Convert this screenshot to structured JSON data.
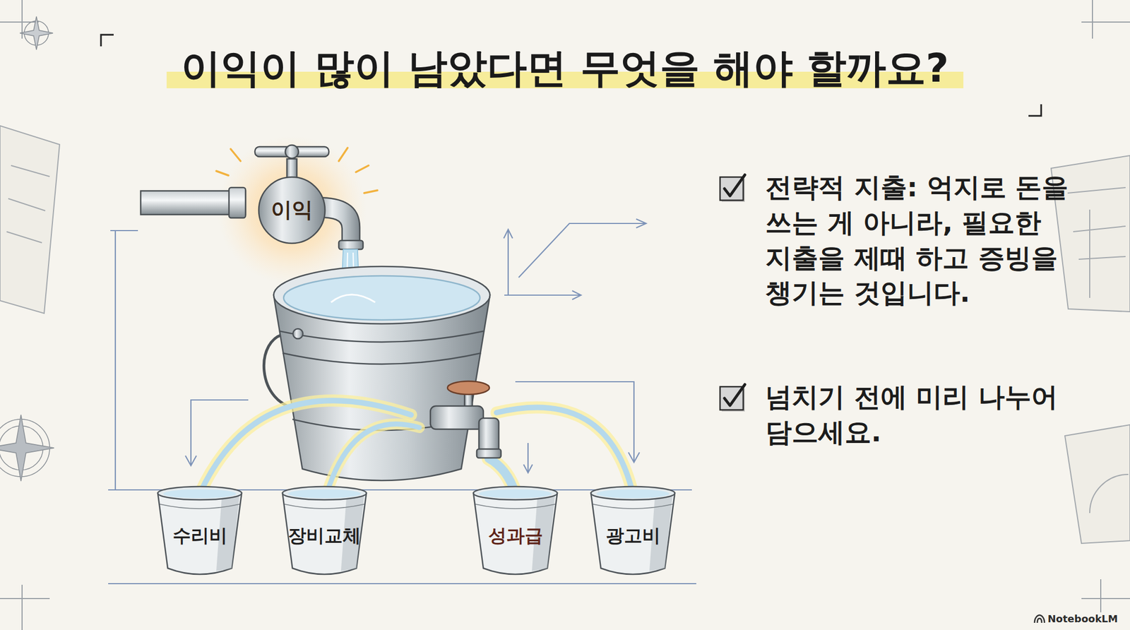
{
  "diagram": {
    "title": "이익이 많이 남았다면 무엇을 해야 할까요?",
    "nodes": [
      {
        "text": [
          "이익"
        ]
      },
      {
        "text": [
          "수리비"
        ]
      },
      {
        "text": [
          "장비교체"
        ]
      },
      {
        "text": [
          "성과급"
        ]
      },
      {
        "text": [
          "광고비"
        ]
      }
    ],
    "labels": [
      "전략적 지출: 억지로 돈을 쓰는 게 아니라, 필요한 지출을 제때 하고 증빙을 챙기는 것입니다.",
      "넘치기 전에 미리 나누어 담으세요.",
      "NotebookLM"
    ]
  }
}
